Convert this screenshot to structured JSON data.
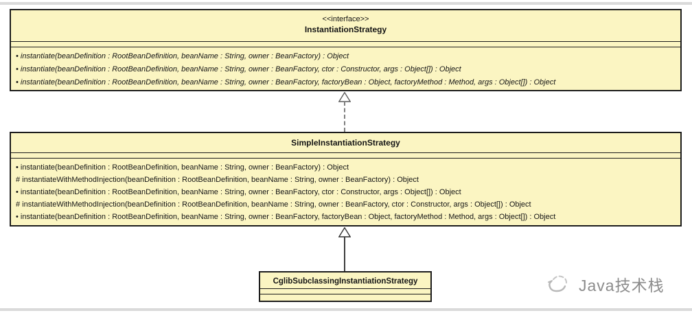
{
  "canvas": {
    "background": "#ffffff",
    "edge_band_color": "#dadada"
  },
  "uml": {
    "style": {
      "box_fill": "#fbf5c2",
      "box_border": "#1c1c1c",
      "realization_line_color": "#7d7d7d",
      "generalization_line_color": "#3c3c3c"
    },
    "interface_box": {
      "stereotype": "<<interface>>",
      "name": "InstantiationStrategy",
      "methods": [
        "• instantiate(beanDefinition : RootBeanDefinition, beanName : String, owner : BeanFactory) : Object",
        "• instantiate(beanDefinition : RootBeanDefinition, beanName : String, owner : BeanFactory, ctor : Constructor, args : Object[]) : Object",
        "• instantiate(beanDefinition : RootBeanDefinition, beanName : String, owner : BeanFactory, factoryBean : Object, factoryMethod : Method, args : Object[]) : Object"
      ]
    },
    "class_box": {
      "name": "SimpleInstantiationStrategy",
      "methods": [
        "• instantiate(beanDefinition : RootBeanDefinition, beanName : String, owner : BeanFactory) : Object",
        "# instantiateWithMethodInjection(beanDefinition : RootBeanDefinition, beanName : String, owner : BeanFactory) : Object",
        "• instantiate(beanDefinition : RootBeanDefinition, beanName : String, owner : BeanFactory, ctor : Constructor, args : Object[]) : Object",
        "# instantiateWithMethodInjection(beanDefinition : RootBeanDefinition, beanName : String, owner : BeanFactory, ctor : Constructor, args : Object[]) : Object",
        "• instantiate(beanDefinition : RootBeanDefinition, beanName : String, owner : BeanFactory, factoryBean : Object, factoryMethod : Method, args : Object[]) : Object"
      ]
    },
    "subclass_box": {
      "name": "CglibSubclassingInstantiationStrategy"
    },
    "relations": [
      {
        "type": "realization",
        "from": "SimpleInstantiationStrategy",
        "to": "InstantiationStrategy"
      },
      {
        "type": "generalization",
        "from": "CglibSubclassingInstantiationStrategy",
        "to": "SimpleInstantiationStrategy"
      }
    ]
  },
  "watermark": {
    "text": "Java技术栈",
    "color": "#8c8c8c"
  }
}
